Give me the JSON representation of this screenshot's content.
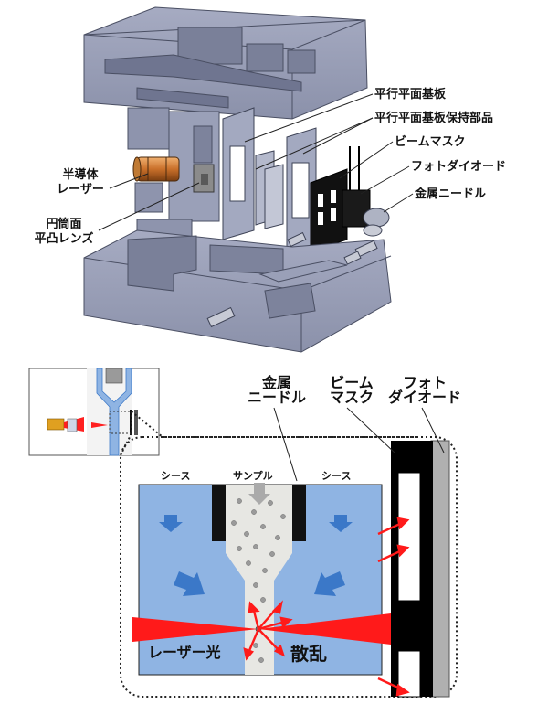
{
  "top_diagram": {
    "labels": {
      "parallel_substrate": "平行平面基板",
      "substrate_holder": "平行平面基板保持部品",
      "beam_mask": "ビームマスク",
      "photodiode": "フォトダイオード",
      "metal_needle": "金属ニードル",
      "laser_line1": "半導体",
      "laser_line2": "レーザー",
      "lens_line1": "円筒面",
      "lens_line2": "平凸レンズ"
    }
  },
  "bottom_diagram": {
    "header": {
      "needle_line1": "金属",
      "needle_line2": "ニードル",
      "mask_line1": "ビーム",
      "mask_line2": "マスク",
      "photo_line1": "フォト",
      "photo_line2": "ダイオード"
    },
    "sheath_left": "シース",
    "sample": "サンプル",
    "sheath_right": "シース",
    "laser_light": "レーザー光",
    "scatter": "散乱"
  },
  "colors": {
    "housing": "#8c93ad",
    "sheath_blue": "#8fb4e3",
    "flow_arrow": "#3b78c8",
    "laser_red": "#ff1a1a",
    "sample_channel": "#e7e7e3",
    "photodiode_gray": "#b0b0b0",
    "lens_orange": "#d6883a"
  }
}
